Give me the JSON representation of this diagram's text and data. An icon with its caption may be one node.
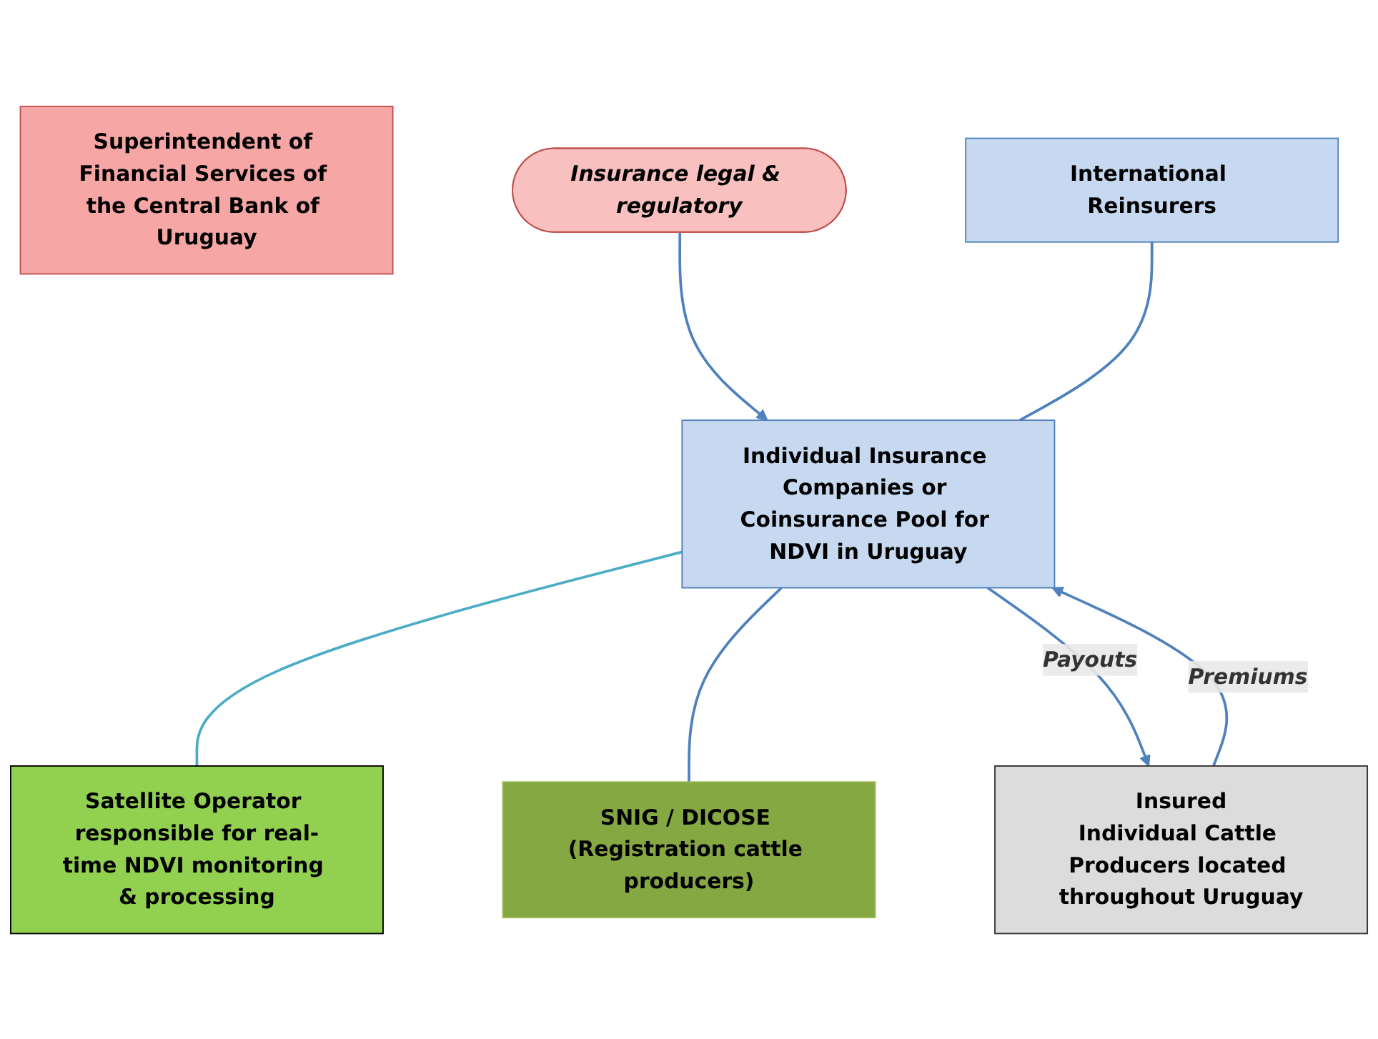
{
  "diagram": {
    "nodes": [
      {
        "text": [
          "Superintendent of Financial Services of the Central Bank of Uruguay"
        ]
      },
      {
        "text": [
          "Insurance legal & regulatory"
        ]
      },
      {
        "text": [
          "Individual Insurance Companies or Coinsurance Pool for NDVI in Uruguay"
        ]
      },
      {
        "text": [
          "International Reinsurers"
        ]
      },
      {
        "text": [
          "Satellite Operator responsible for real-time NDVI monitoring & processing"
        ]
      },
      {
        "text": [
          "SNIG / DICOSE (Registration cattle producers)"
        ]
      },
      {
        "text": [
          "Insured",
          "Individual Cattle Producers located throughout Uruguay"
        ]
      }
    ],
    "edges": [
      {
        "from": 1,
        "to": 2,
        "arrow": "to"
      },
      {
        "from": 3,
        "to": 2,
        "arrow": "none"
      },
      {
        "from": 2,
        "to": 4,
        "arrow": "none",
        "color": "#4bacc6"
      },
      {
        "from": 2,
        "to": 5,
        "arrow": "none"
      },
      {
        "from": 6,
        "to": 2,
        "arrow": "to",
        "label": "Premiums"
      },
      {
        "from": 2,
        "to": 6,
        "arrow": "to",
        "label": "Payouts"
      }
    ]
  }
}
